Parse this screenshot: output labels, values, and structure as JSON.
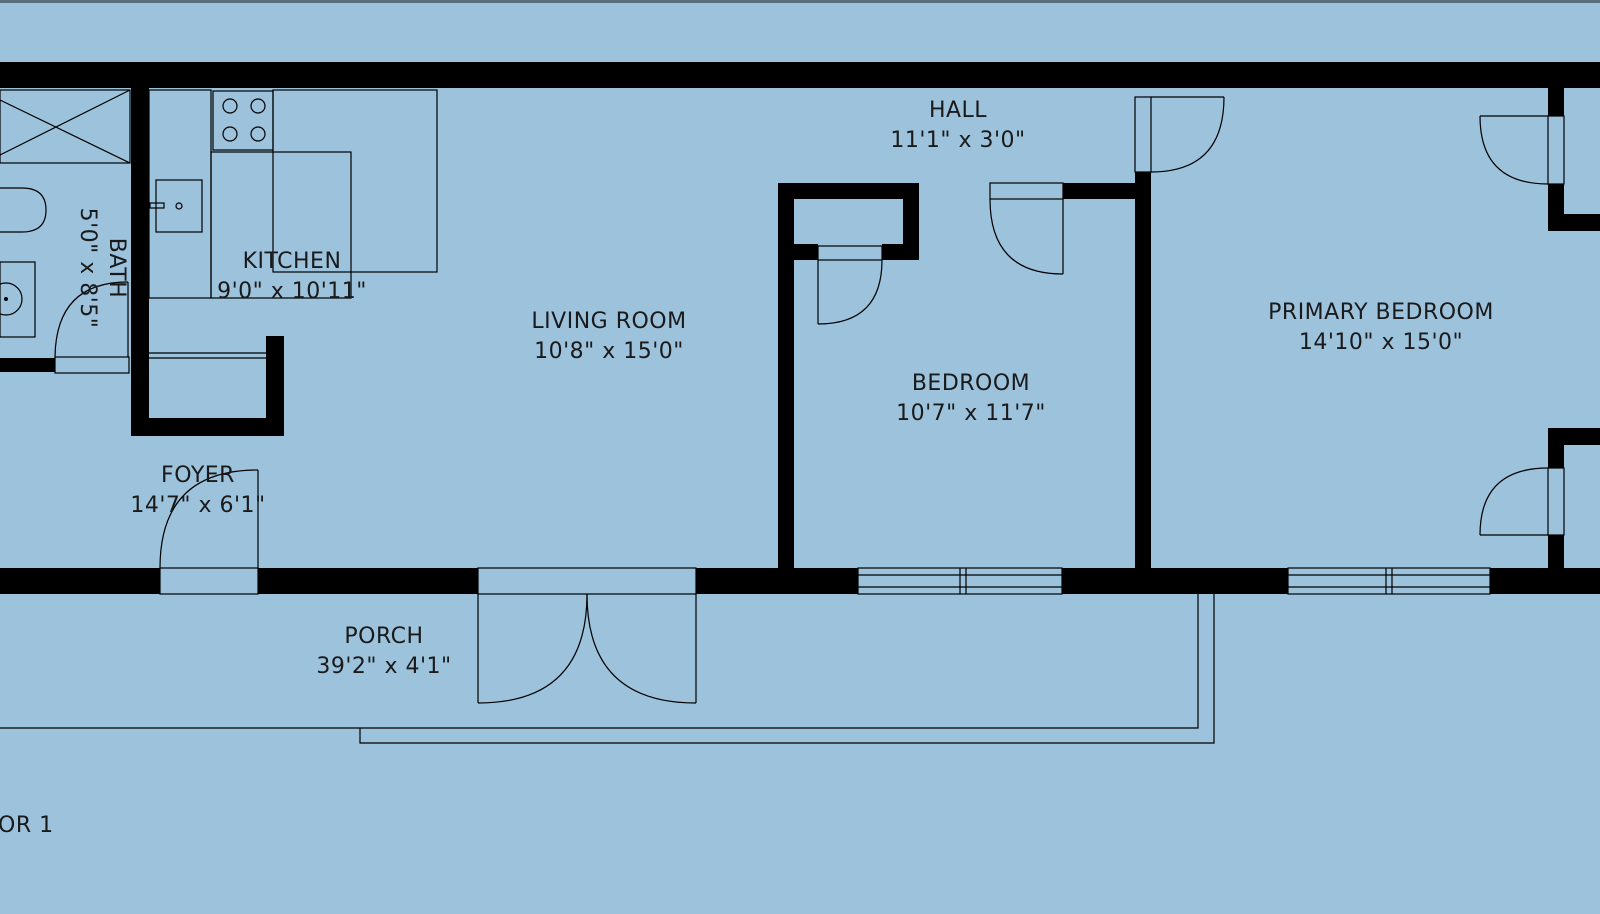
{
  "floor_label": "OR 1",
  "colors": {
    "background": "#9cc2dc",
    "wall": "#000000",
    "text": "#1a1a1a"
  },
  "rooms": {
    "hall": {
      "name": "HALL",
      "dims": "11'1\" x 3'0\""
    },
    "kitchen": {
      "name": "KITCHEN",
      "dims": "9'0\" x 10'11\""
    },
    "bath": {
      "name": "BATH",
      "dims": "5'0\" x 8'5\""
    },
    "living": {
      "name": "LIVING ROOM",
      "dims": "10'8\" x 15'0\""
    },
    "bedroom": {
      "name": "BEDROOM",
      "dims": "10'7\" x 11'7\""
    },
    "primary": {
      "name": "PRIMARY BEDROOM",
      "dims": "14'10\" x 15'0\""
    },
    "foyer": {
      "name": "FOYER",
      "dims": "14'7\" x 6'1\""
    },
    "porch": {
      "name": "PORCH",
      "dims": "39'2\" x 4'1\""
    }
  }
}
